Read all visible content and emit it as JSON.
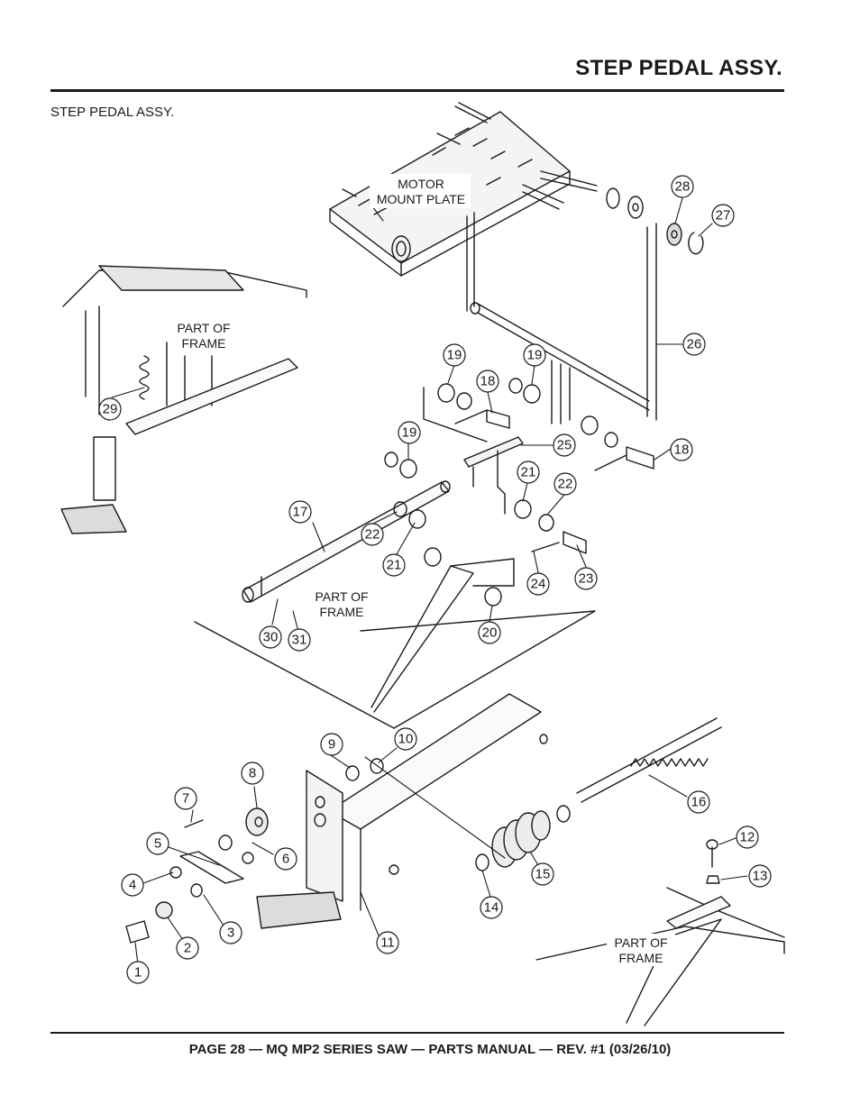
{
  "header": {
    "title": "STEP PEDAL ASSY."
  },
  "subtitle": "STEP PEDAL ASSY.",
  "labels": {
    "motor_mount_line1": "MOTOR",
    "motor_mount_line2": "MOUNT PLATE",
    "frame_line1": "PART OF",
    "frame_line2": "FRAME"
  },
  "callouts": [
    "1",
    "2",
    "3",
    "4",
    "5",
    "6",
    "7",
    "8",
    "9",
    "10",
    "11",
    "12",
    "13",
    "14",
    "15",
    "16",
    "17",
    "18",
    "19",
    "20",
    "21",
    "22",
    "23",
    "24",
    "25",
    "26",
    "27",
    "28",
    "29",
    "30",
    "31"
  ],
  "footer": "PAGE 28 — MQ MP2 SERIES SAW — PARTS MANUAL — REV. #1  (03/26/10)"
}
